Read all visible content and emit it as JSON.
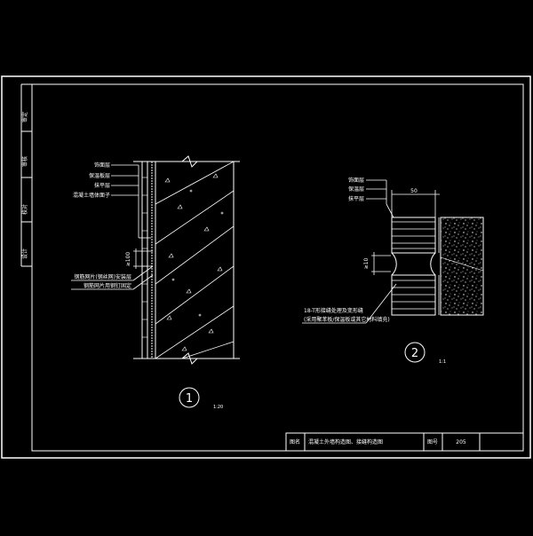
{
  "side_panel": {
    "labels": [
      "审定",
      "审核",
      "校对",
      "设计"
    ]
  },
  "detail1": {
    "labels_top": [
      "饰面层",
      "保温板层",
      "抹平层",
      "混凝土墙体面子"
    ],
    "labels_bottom": [
      "钢筋网片(钢丝网)安装层",
      "钢筋网片用钢钉固定"
    ],
    "dim_label": "≥100",
    "marker": "1",
    "scale": "1:20"
  },
  "detail2": {
    "labels_top": [
      "饰面层",
      "保温层",
      "抹平层"
    ],
    "dim_width": "50",
    "dim_gap": "≥10",
    "note_lines": [
      "18-T形接缝处理及变形缝",
      "(采用聚苯板/保温板或其它材料填充)"
    ],
    "marker": "2",
    "scale": "1:1"
  },
  "title_block": {
    "name_label": "图名",
    "name_value": "混凝土外墙构造图、接缝构造图",
    "number_label": "图号",
    "number_value": "205"
  }
}
